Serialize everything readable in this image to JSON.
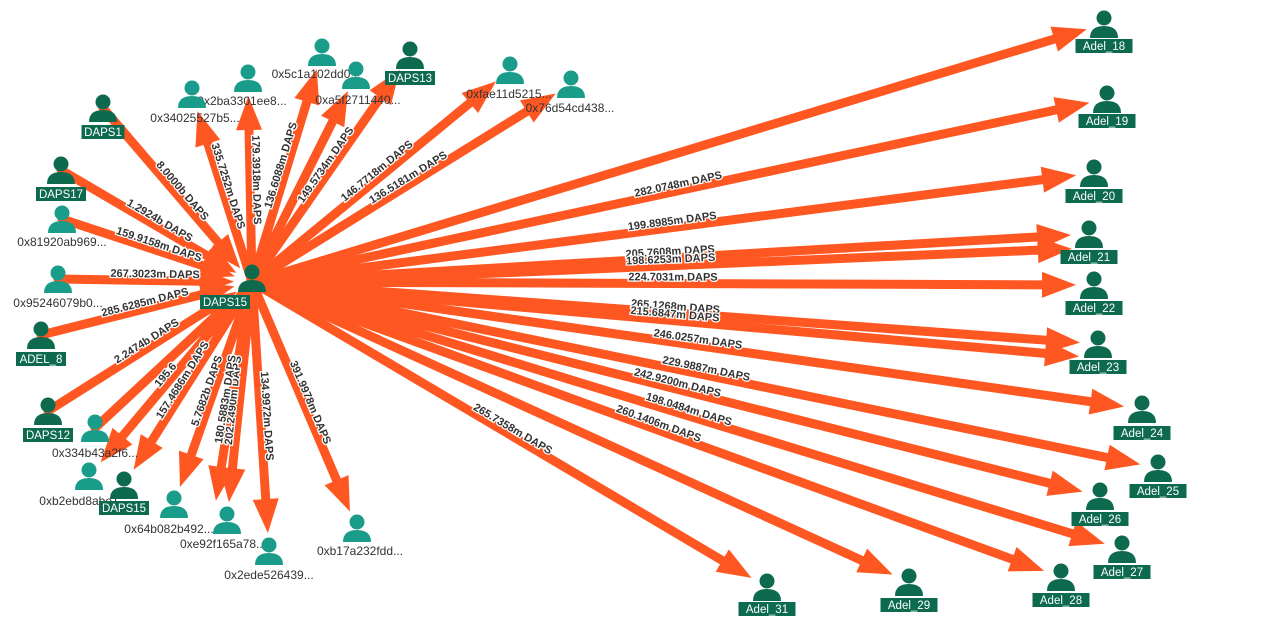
{
  "colors": {
    "edge": "#FF5722",
    "node_dark": "#0E6A4E",
    "node_teal": "#1A9C8A",
    "label_box": "#0E6A4E",
    "label_box_text": "#ffffff",
    "label_plain_text": "#333333"
  },
  "icons": {
    "node": "person-icon",
    "edge_end": "arrowhead"
  },
  "hub": {
    "label": "DAPS15"
  },
  "nodes": [
    {
      "label": "Adel_18",
      "style": "box",
      "color": "dark"
    },
    {
      "label": "Adel_19",
      "style": "box",
      "color": "dark"
    },
    {
      "label": "Adel_20",
      "style": "box",
      "color": "dark"
    },
    {
      "label": "Adel_21",
      "style": "box",
      "color": "dark"
    },
    {
      "label": "Adel_22",
      "style": "box",
      "color": "dark"
    },
    {
      "label": "Adel_23",
      "style": "box",
      "color": "dark"
    },
    {
      "label": "Adel_24",
      "style": "box",
      "color": "dark"
    },
    {
      "label": "Adel_25",
      "style": "box",
      "color": "dark"
    },
    {
      "label": "Adel_26",
      "style": "box",
      "color": "dark"
    },
    {
      "label": "Adel_27",
      "style": "box",
      "color": "dark"
    },
    {
      "label": "Adel_28",
      "style": "box",
      "color": "dark"
    },
    {
      "label": "Adel_29",
      "style": "box",
      "color": "dark"
    },
    {
      "label": "Adel_31",
      "style": "box",
      "color": "dark"
    },
    {
      "label": "DAPS13",
      "style": "box",
      "color": "dark"
    },
    {
      "label": "0x5c1a102dd0...",
      "style": "plain",
      "color": "teal"
    },
    {
      "label": "0xa5f2711440...",
      "style": "plain",
      "color": "teal"
    },
    {
      "label": "0x2ba3301ee8...",
      "style": "plain",
      "color": "teal"
    },
    {
      "label": "0x34025527b5...",
      "style": "plain",
      "color": "teal"
    },
    {
      "label": "0xfae11d5215...",
      "style": "plain",
      "color": "teal"
    },
    {
      "label": "0x76d54cd438...",
      "style": "plain",
      "color": "teal"
    },
    {
      "label": "DAPS1",
      "style": "box",
      "color": "dark"
    },
    {
      "label": "DAPS17",
      "style": "box",
      "color": "dark"
    },
    {
      "label": "0x81920ab969...",
      "style": "plain",
      "color": "teal"
    },
    {
      "label": "0x95246079b0...",
      "style": "plain",
      "color": "teal"
    },
    {
      "label": "ADEL_8",
      "style": "box",
      "color": "dark"
    },
    {
      "label": "DAPS12",
      "style": "box",
      "color": "dark"
    },
    {
      "label": "0x334b43a2f6...",
      "style": "plain",
      "color": "teal"
    },
    {
      "label": "0xb2ebd8abe1...",
      "style": "plain",
      "color": "teal"
    },
    {
      "label": "DAPS15",
      "style": "box",
      "color": "dark"
    },
    {
      "label": "0x64b082b492...",
      "style": "plain",
      "color": "teal"
    },
    {
      "label": "0xe92f165a78...",
      "style": "plain",
      "color": "teal"
    },
    {
      "label": "0x2ede526439...",
      "style": "plain",
      "color": "teal"
    },
    {
      "label": "0xb17a232fdd...",
      "style": "plain",
      "color": "teal"
    }
  ],
  "edges": [
    {
      "from": "DAPS15",
      "to": "Adel_18",
      "label": ""
    },
    {
      "from": "DAPS15",
      "to": "Adel_19",
      "label": "282.0748m DAPS"
    },
    {
      "from": "DAPS15",
      "to": "Adel_20",
      "label": "199.8985m DAPS"
    },
    {
      "from": "DAPS15",
      "to": "Adel_21",
      "label": "205.7608m DAPS"
    },
    {
      "from": "DAPS15",
      "to": "Adel_21",
      "label": "198.6253m DAPS"
    },
    {
      "from": "DAPS15",
      "to": "Adel_22",
      "label": "224.7031m DAPS"
    },
    {
      "from": "DAPS15",
      "to": "Adel_23",
      "label": "265.1268m DAPS"
    },
    {
      "from": "DAPS15",
      "to": "Adel_23",
      "label": "215.6847m DAPS"
    },
    {
      "from": "DAPS15",
      "to": "Adel_24",
      "label": "246.0257m DAPS"
    },
    {
      "from": "DAPS15",
      "to": "Adel_25",
      "label": "229.9887m DAPS"
    },
    {
      "from": "DAPS15",
      "to": "Adel_26",
      "label": "242.9200m DAPS"
    },
    {
      "from": "DAPS15",
      "to": "Adel_27",
      "label": "198.0484m DAPS"
    },
    {
      "from": "DAPS15",
      "to": "Adel_28",
      "label": "260.1406m DAPS"
    },
    {
      "from": "DAPS15",
      "to": "Adel_29",
      "label": ""
    },
    {
      "from": "DAPS15",
      "to": "Adel_31",
      "label": "265.7358m DAPS"
    },
    {
      "from": "DAPS15",
      "to": "0xfae11d5215...",
      "label": "146.7718m DAPS"
    },
    {
      "from": "DAPS15",
      "to": "0x76d54cd438...",
      "label": "136.5181m DAPS"
    },
    {
      "from": "DAPS15",
      "to": "DAPS13",
      "label": "149.5734m DAPS"
    },
    {
      "from": "DAPS15",
      "to": "0xa5f2711440...",
      "label": ""
    },
    {
      "from": "DAPS15",
      "to": "0x5c1a102dd0...",
      "label": "136.6088m DAPS"
    },
    {
      "from": "DAPS15",
      "to": "0x2ba3301ee8...",
      "label": "179.3918m DAPS"
    },
    {
      "from": "DAPS15",
      "to": "0x34025527b5...",
      "label": "335.7252m DAPS"
    },
    {
      "from": "DAPS1",
      "to": "DAPS15",
      "label": "8.0000b DAPS"
    },
    {
      "from": "DAPS17",
      "to": "DAPS15",
      "label": "1.2924b DAPS"
    },
    {
      "from": "0x81920ab969...",
      "to": "DAPS15",
      "label": "159.9158m DAPS"
    },
    {
      "from": "0x95246079b0...",
      "to": "DAPS15",
      "label": "267.3023m DAPS"
    },
    {
      "from": "ADEL_8",
      "to": "DAPS15",
      "label": "285.6285m DAPS"
    },
    {
      "from": "DAPS12",
      "to": "DAPS15",
      "label": "2.2474b DAPS"
    },
    {
      "from": "0x334b43a2f6...",
      "to": "DAPS15",
      "label": ""
    },
    {
      "from": "DAPS15",
      "to": "0xb2ebd8abe1...",
      "label": "195.6"
    },
    {
      "from": "DAPS15",
      "to": "DAPS15",
      "label": "157.4686m DAPS"
    },
    {
      "from": "DAPS15",
      "to": "0x64b082b492...",
      "label": "5.7682b DAPS"
    },
    {
      "from": "DAPS15",
      "to": "0xe92f165a78...",
      "label": "202.2490m DAPS"
    },
    {
      "from": "DAPS15",
      "to": "0xe92f165a78...",
      "label": "180.5883m DAPS"
    },
    {
      "from": "DAPS15",
      "to": "0x2ede526439...",
      "label": "134.9972m DAPS"
    },
    {
      "from": "DAPS15",
      "to": "0xb17a232fdd...",
      "label": "391.9978m DAPS"
    }
  ]
}
